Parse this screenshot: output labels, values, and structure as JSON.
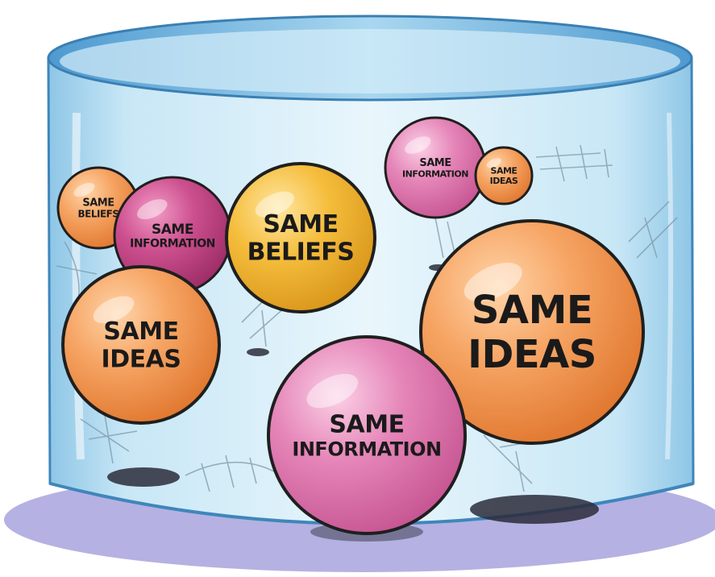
{
  "illustration": {
    "colors": {
      "jar_glass": "#bfe3f5",
      "jar_rim": "#5fa9d6",
      "floor_shadow": "#9d98d8",
      "orange": "#f39a55",
      "yellow": "#f2b632",
      "magenta": "#c9488a",
      "pink": "#e27ab1",
      "outline": "#1f1f1f"
    },
    "balls": [
      {
        "id": "ball-small-orange-beliefs",
        "color": "orange",
        "lines": [
          "SAME",
          "BELIEFS"
        ]
      },
      {
        "id": "ball-magenta-information",
        "color": "magenta",
        "lines": [
          "SAME",
          "INFORMATION"
        ]
      },
      {
        "id": "ball-yellow-beliefs",
        "color": "yellow",
        "lines": [
          "SAME",
          "BELIEFS"
        ]
      },
      {
        "id": "ball-orange-ideas-left",
        "color": "orange",
        "lines": [
          "SAME",
          "IDEAS"
        ]
      },
      {
        "id": "ball-pink-information-small",
        "color": "pink",
        "lines": [
          "SAME",
          "INFORMATION"
        ]
      },
      {
        "id": "ball-tiny-orange-ideas",
        "color": "orange",
        "lines": [
          "SAME",
          "IDEAS"
        ]
      },
      {
        "id": "ball-big-orange-ideas",
        "color": "orange",
        "lines": [
          "SAME",
          "IDEAS"
        ]
      },
      {
        "id": "ball-big-pink-information",
        "color": "pink",
        "lines": [
          "SAME",
          "INFORMATION"
        ]
      }
    ]
  }
}
